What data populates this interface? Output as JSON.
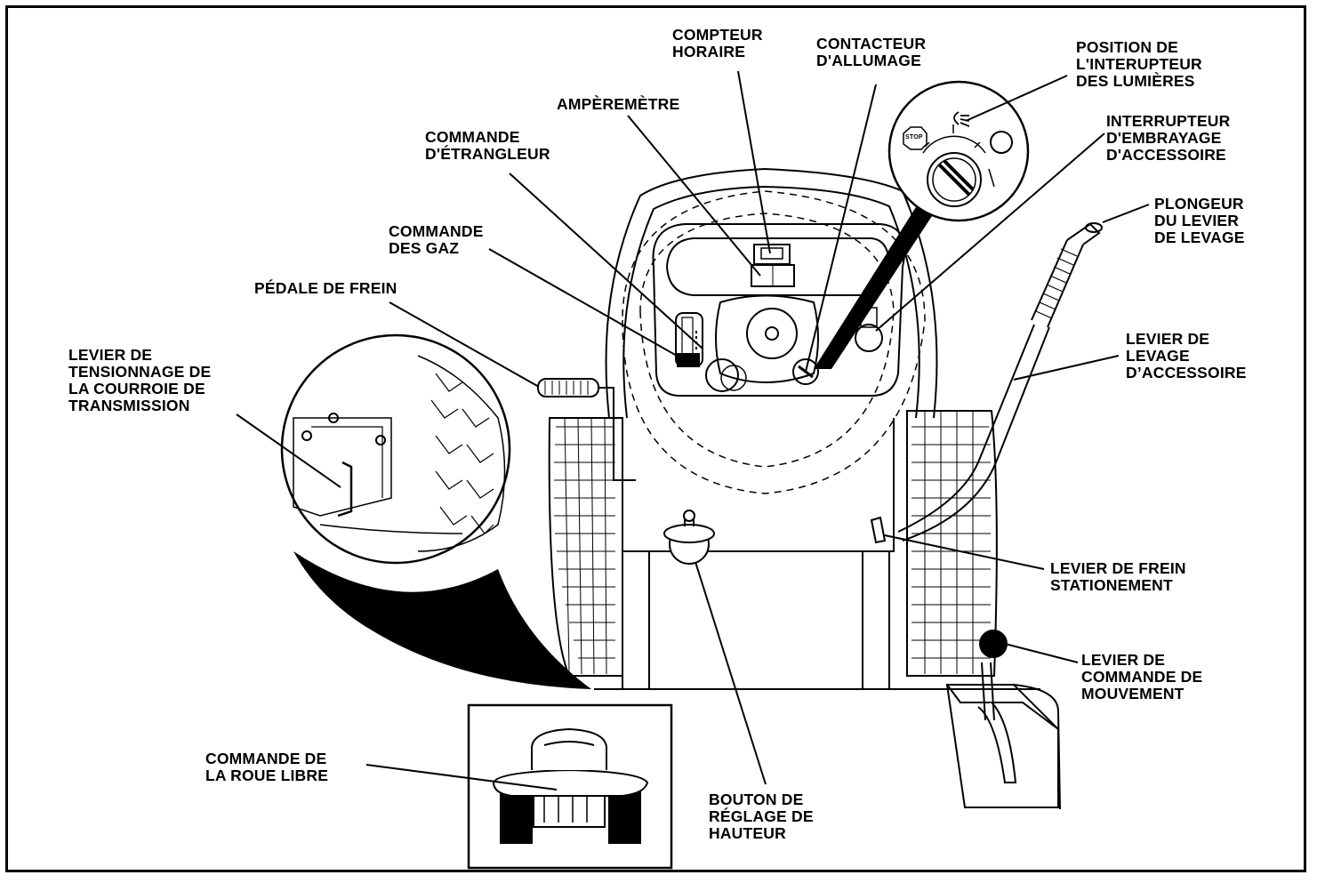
{
  "labels": {
    "hour_meter": "COMPTEUR\nHORAIRE",
    "ignition": "CONTACTEUR\nD'ALLUMAGE",
    "light_switch_position": "POSITION DE\nL'INTERUPTEUR\nDES LUMIÈRES",
    "ammeter": "AMPÈREMÈTRE",
    "pto_switch": "INTERRUPTEUR\nD'EMBRAYAGE\nD'ACCESSOIRE",
    "choke": "COMMANDE\nD'ÉTRANGLEUR",
    "lift_plunger": "PLONGEUR\nDU LEVIER\nDE LEVAGE",
    "throttle": "COMMANDE\nDES GAZ",
    "brake_pedal": "PÉDALE DE FREIN",
    "attachment_lift": "LEVIER DE\nLEVAGE\nD’ACCESSOIRE",
    "belt_tension": "LEVIER DE\nTENSIONNAGE DE\nLA COURROIE DE\nTRANSMISSION",
    "parking_brake": "LEVIER DE FREIN\nSTATIONEMENT",
    "motion_control": "LEVIER DE\nCOMMANDE DE\nMOUVEMENT",
    "freewheel": "COMMANDE DE\nLA ROUE LIBRE",
    "height_knob": "BOUTON DE\nRÉGLAGE DE\nHAUTEUR"
  },
  "key_switch_marks": {
    "stop": "STOP"
  }
}
